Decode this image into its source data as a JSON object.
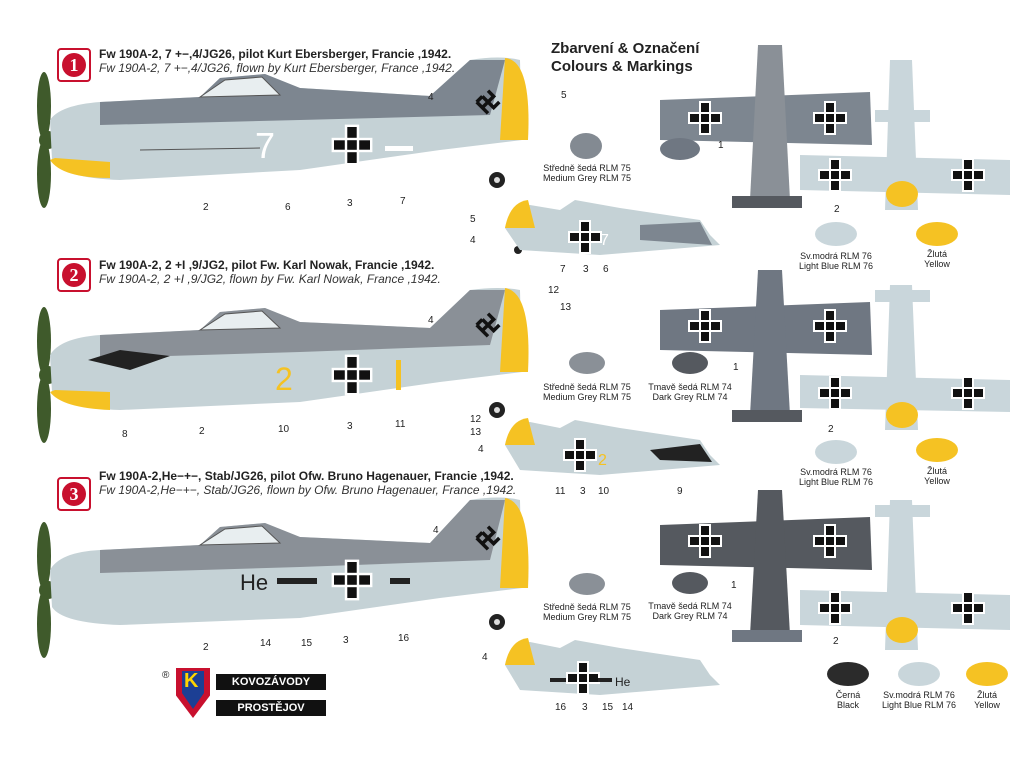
{
  "header": {
    "title_cz": "Zbarvení & Označení",
    "title_en": "Colours & Markings"
  },
  "schemes": [
    {
      "badge": "1",
      "line_cz": "Fw 190A-2, 7 +−,4/JG26, pilot Kurt Ebersberger, Francie ,1942.",
      "line_en": "Fw 190A-2, 7 +−,4/JG26, flown by Kurt Ebersberger, France ,1942.",
      "fuselage_code": "7",
      "swatches": [
        {
          "cz": "Středně šedá RLM 75",
          "en": "Medium Grey RLM 75",
          "color": "#6f7782"
        },
        {
          "cz": "Sv.modrá RLM 76",
          "en": "Light Blue RLM 76",
          "color": "#c9d6db"
        },
        {
          "cz": "Žlutá",
          "en": "Yellow",
          "color": "#f5c223"
        }
      ]
    },
    {
      "badge": "2",
      "line_cz": "Fw 190A-2, 2 +I ,9/JG2, pilot Fw. Karl Nowak, Francie ,1942.",
      "line_en": "Fw 190A-2, 2 +I ,9/JG2, flown by Fw. Karl Nowak, France ,1942.",
      "fuselage_code": "2",
      "swatches": [
        {
          "cz": "Středně šedá RLM 75",
          "en": "Medium Grey RLM 75",
          "color": "#8a9097"
        },
        {
          "cz": "Tmavě šedá RLM 74",
          "en": "Dark Grey RLM 74",
          "color": "#55595f"
        },
        {
          "cz": "Sv.modrá RLM 76",
          "en": "Light Blue RLM 76",
          "color": "#c9d6db"
        },
        {
          "cz": "Žlutá",
          "en": "Yellow",
          "color": "#f5c223"
        }
      ]
    },
    {
      "badge": "3",
      "line_cz": "Fw 190A-2,He−+−, Stab/JG26, pilot Ofw. Bruno Hagenauer, Francie ,1942.",
      "line_en": "Fw 190A-2,He−+−, Stab/JG26, flown by Ofw. Bruno Hagenauer, France ,1942.",
      "fuselage_code": "He",
      "swatches": [
        {
          "cz": "Středně šedá RLM 75",
          "en": "Medium Grey RLM 75",
          "color": "#8a9097"
        },
        {
          "cz": "Tmavě šedá RLM 74",
          "en": "Dark Grey RLM 74",
          "color": "#55595f"
        },
        {
          "cz": "Černá",
          "en": "Black",
          "color": "#2b2b2b"
        },
        {
          "cz": "Sv.modrá RLM 76",
          "en": "Light Blue RLM 76",
          "color": "#c9d6db"
        },
        {
          "cz": "Žlutá",
          "en": "Yellow",
          "color": "#f5c223"
        }
      ]
    }
  ],
  "callouts": {
    "s1_side": [
      "4",
      "5",
      "2",
      "6",
      "3",
      "7"
    ],
    "s1_small": [
      "5",
      "4",
      "7",
      "3",
      "6"
    ],
    "s1_top": [
      "1",
      "2"
    ],
    "s2_side": [
      "12",
      "13",
      "4",
      "8",
      "2",
      "10",
      "3",
      "11"
    ],
    "s2_small": [
      "12",
      "13",
      "4",
      "11",
      "3",
      "10",
      "9"
    ],
    "s2_top": [
      "1",
      "2"
    ],
    "s3_side": [
      "4",
      "2",
      "14",
      "15",
      "3",
      "16"
    ],
    "s3_small": [
      "4",
      "16",
      "3",
      "15",
      "14"
    ],
    "s3_top": [
      "1",
      "2"
    ]
  },
  "logo": {
    "registered": "®",
    "letter": "K",
    "line1": "KOVOZÁVODY",
    "line2": "PROSTĚJOV"
  }
}
